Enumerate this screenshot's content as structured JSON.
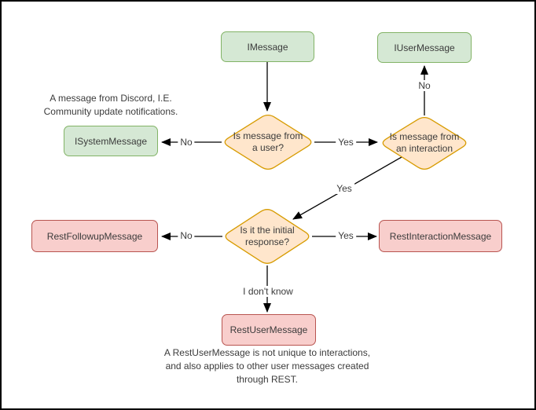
{
  "diagram": {
    "nodes": {
      "imessage": {
        "label": "IMessage"
      },
      "iusermessage": {
        "label": "IUserMessage"
      },
      "isystemmessage": {
        "label": "ISystemMessage"
      },
      "restfollowup": {
        "label": "RestFollowupMessage"
      },
      "restinteraction": {
        "label": "RestInteractionMessage"
      },
      "restuser": {
        "label": "RestUserMessage"
      },
      "q_user": {
        "line1": "Is message from",
        "line2": "a user?"
      },
      "q_interaction": {
        "line1": "Is message from",
        "line2": "an interaction"
      },
      "q_initial": {
        "line1": "Is it the initial",
        "line2": "response?"
      }
    },
    "edge_labels": {
      "user_no": "No",
      "user_yes": "Yes",
      "interaction_no": "No",
      "interaction_yes": "Yes",
      "initial_no": "No",
      "initial_yes": "Yes",
      "initial_unknown": "I don't know"
    },
    "notes": {
      "system_note": {
        "line1": "A message from Discord, I.E.",
        "line2": "Community update notifications."
      },
      "rest_note": {
        "line1": "A RestUserMessage is not unique to interactions,",
        "line2": "and also applies to other user messages created",
        "line3": "through REST."
      }
    },
    "colors": {
      "interface_fill": "#d5e8d4",
      "interface_stroke": "#82b366",
      "decision_fill": "#ffe6cc",
      "decision_stroke": "#d79b00",
      "class_fill": "#f8cecc",
      "class_stroke": "#b85450",
      "edge": "#000000",
      "text": "#3b3b3b"
    }
  }
}
